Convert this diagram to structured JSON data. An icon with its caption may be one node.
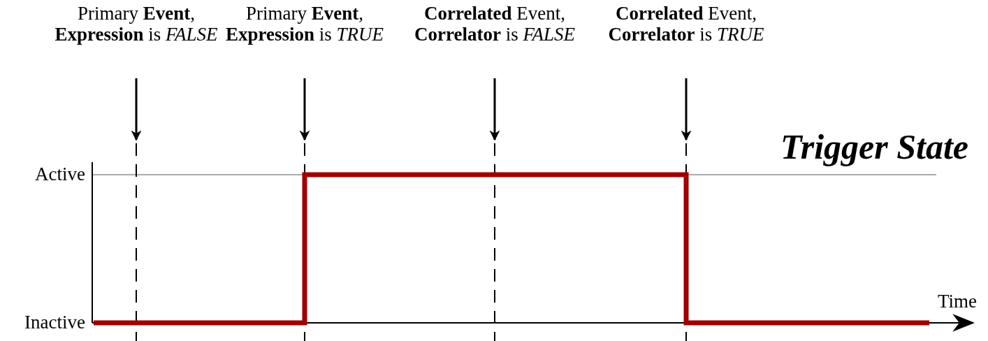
{
  "diagram": {
    "title": "Trigger State",
    "labels": [
      "Primary **Event**, **Expression** is *FALSE*",
      "Primary **Event**, **Expression** is *TRUE*",
      "**Correlated** Event, **Correlator** is *FALSE*",
      "**Correlated** Event, **Correlator** is *TRUE*",
      "Active",
      "Inactive",
      "Time"
    ]
  }
}
